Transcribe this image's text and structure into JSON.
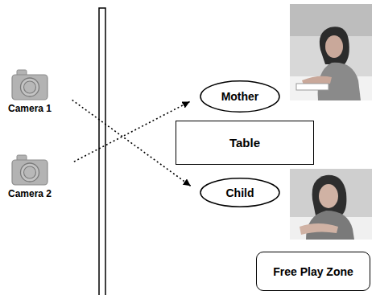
{
  "diagram": {
    "nodes": [
      {
        "text": [
          "Camera 1"
        ]
      },
      {
        "text": [
          "Camera 2"
        ]
      },
      {
        "text": [
          "Mother"
        ]
      },
      {
        "text": [
          "Table"
        ]
      },
      {
        "text": [
          "Child"
        ]
      },
      {
        "text": [
          "Free Play Zone"
        ]
      }
    ],
    "edges": [
      {
        "from": 0,
        "to": 4,
        "arrow": "to"
      },
      {
        "from": 1,
        "to": 2,
        "arrow": "to"
      }
    ]
  }
}
